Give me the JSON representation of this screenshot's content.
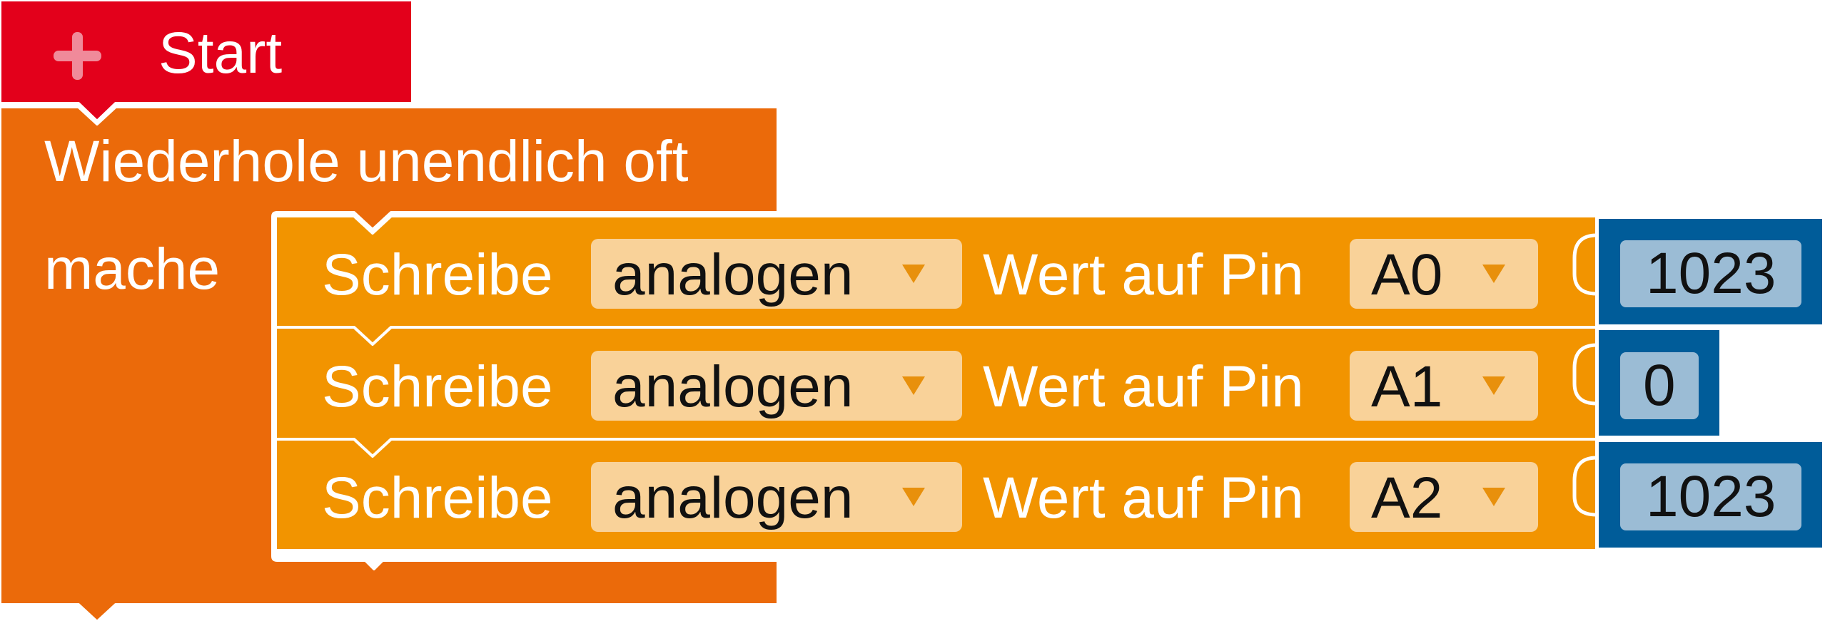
{
  "start_block": {
    "label": "Start",
    "icon": "plus-icon",
    "color": "#e3001b"
  },
  "loop_block": {
    "label": "Wiederhole unendlich oft",
    "do_label": "mache",
    "color": "#eb6a0a"
  },
  "statements": [
    {
      "verb": "Schreibe",
      "mode": "analogen",
      "middle": "Wert auf Pin",
      "pin": "A0",
      "value": "1023"
    },
    {
      "verb": "Schreibe",
      "mode": "analogen",
      "middle": "Wert auf Pin",
      "pin": "A1",
      "value": "0"
    },
    {
      "verb": "Schreibe",
      "mode": "analogen",
      "middle": "Wert auf Pin",
      "pin": "A2",
      "value": "1023"
    }
  ],
  "colors": {
    "statement_block": "#f29400",
    "dropdown_field": "#f9d299",
    "dropdown_arrow": "#e8900c",
    "number_block": "#005c99",
    "number_field": "#9bbcd5"
  }
}
